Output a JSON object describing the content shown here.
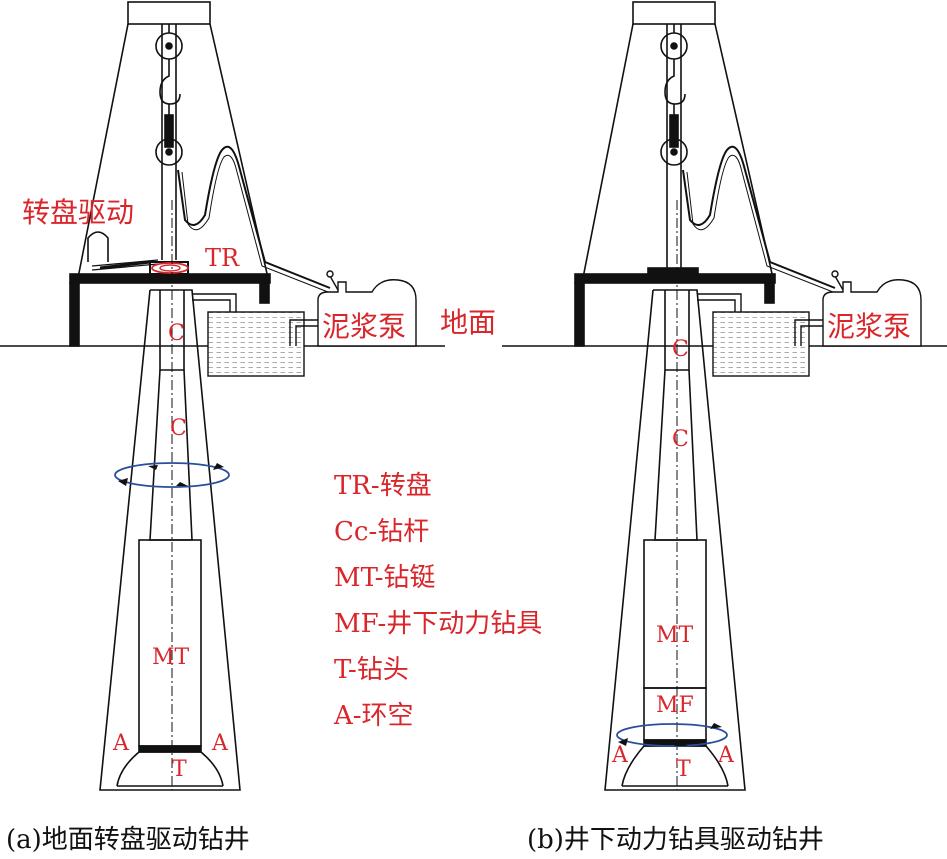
{
  "colors": {
    "line": "#111111",
    "label": "#d9262b",
    "rotation": "#2a4f9a",
    "ring": "#d9262b"
  },
  "left_panel": {
    "drive_label": "转盘驱动",
    "turntable_label": "TR",
    "pump_label": "泥浆泵",
    "ground_label": "地面",
    "pipe_label_upper": "C",
    "pipe_label_lower": "C",
    "motor_label": "MT",
    "annulus_left": "A",
    "annulus_right": "A",
    "bit_label": "T",
    "caption": "(a)地面转盘驱动钻井"
  },
  "right_panel": {
    "pump_label": "泥浆泵",
    "pipe_label_upper": "C",
    "pipe_label_lower": "C",
    "motor_label": "MT",
    "downhole_tool_label": "MF",
    "annulus_left": "A",
    "annulus_right": "A",
    "bit_label": "T",
    "caption": "(b)井下动力钻具驱动钻井"
  },
  "legend": [
    "TR-转盘",
    "Cc-钻杆",
    "MT-钻铤",
    "MF-井下动力钻具",
    "T-钻头",
    "A-环空"
  ]
}
